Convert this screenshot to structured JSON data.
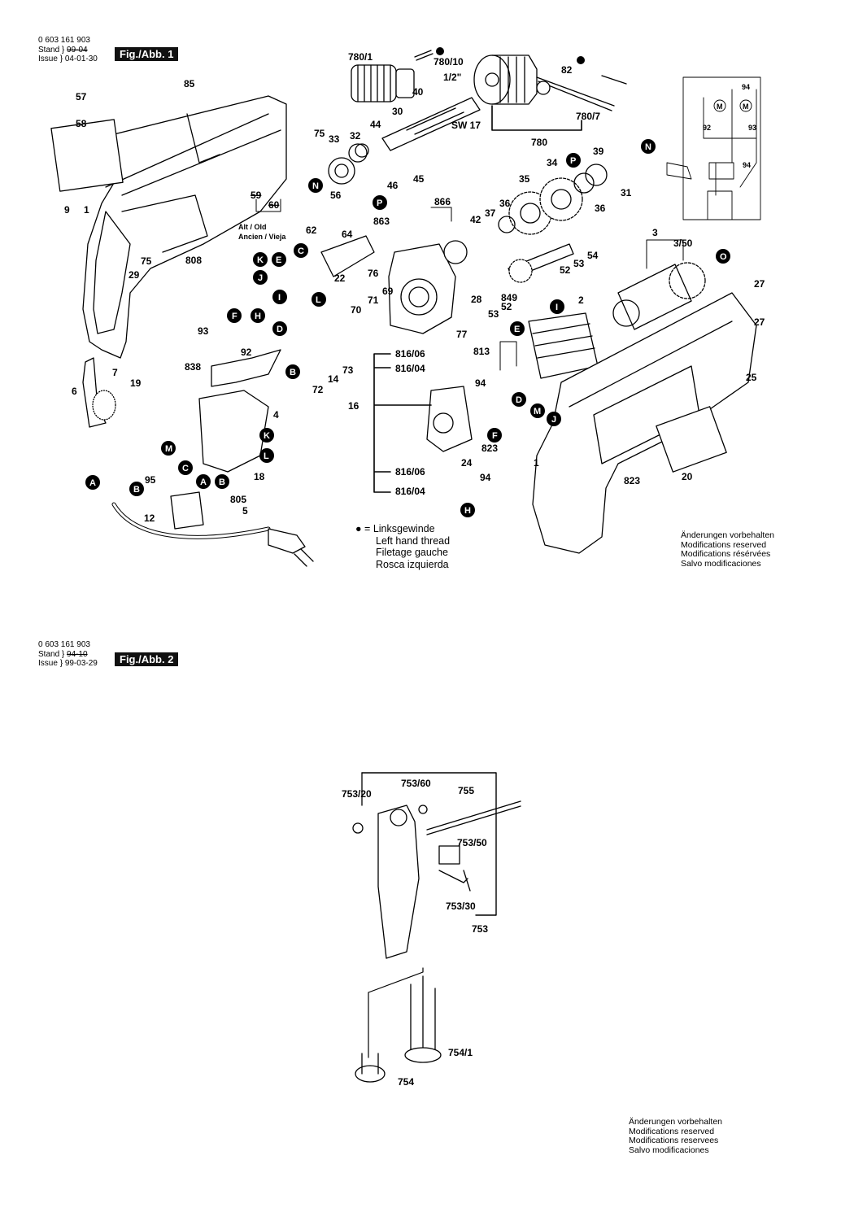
{
  "sheet1": {
    "doc_number": "0 603 161 903",
    "stand_label": "Stand",
    "stand_value": "99-04",
    "issue_label": "Issue",
    "issue_value": "04-01-30",
    "fig_label": "Fig./Abb. 1"
  },
  "sheet2": {
    "doc_number": "0 603 161 903",
    "stand_label": "Stand",
    "stand_value": "94-10",
    "issue_label": "Issue",
    "issue_value": "99-03-29",
    "fig_label": "Fig./Abb. 2"
  },
  "legend": {
    "symbol": "●",
    "lines": [
      "= Linksgewinde",
      "Left hand thread",
      "Filetage gauche",
      "Rosca izquierda"
    ]
  },
  "reserved1": [
    "Änderungen vorbehalten",
    "Modifications reserved",
    "Modifications résérvées",
    "Salvo modificaciones"
  ],
  "reserved2": [
    "Änderungen vorbehalten",
    "Modifications reserved",
    "Modifications reservees",
    "Salvo modificaciones"
  ],
  "alt_old": "Alt / Old",
  "alt_old_2": "Ancien / Vieja",
  "half_inch": "1/2\"",
  "sw17": "SW 17",
  "parts_fig1": [
    "780/1",
    "780/10",
    "82",
    "85",
    "57",
    "58",
    "9",
    "1",
    "75",
    "808",
    "40",
    "30",
    "44",
    "32",
    "33",
    "75",
    "56",
    "59",
    "60",
    "62",
    "64",
    "863",
    "46",
    "45",
    "866",
    "36",
    "42",
    "37",
    "35",
    "34",
    "39",
    "31",
    "36",
    "O",
    "P",
    "780",
    "780/7",
    "76",
    "69",
    "71",
    "70",
    "28",
    "77",
    "849",
    "52",
    "53",
    "52",
    "53",
    "54",
    "3",
    "3/50",
    "27",
    "27",
    "25",
    "2",
    "813",
    "816/06",
    "816/04",
    "16",
    "94",
    "823",
    "816/06",
    "816/04",
    "24",
    "94",
    "93",
    "92",
    "838",
    "14",
    "73",
    "72",
    "7",
    "19",
    "6",
    "29",
    "4",
    "95",
    "18",
    "12",
    "805",
    "5",
    "1",
    "823",
    "20",
    "22"
  ],
  "parts_fig2": [
    "753/20",
    "753/60",
    "755",
    "753/50",
    "753/30",
    "753",
    "754/1",
    "754"
  ],
  "callouts": [
    "A",
    "B",
    "C",
    "D",
    "E",
    "F",
    "H",
    "I",
    "J",
    "K",
    "L",
    "M",
    "N",
    "O",
    "P"
  ],
  "wiring_labels": [
    "94",
    "92",
    "93",
    "94",
    "M",
    "M"
  ]
}
